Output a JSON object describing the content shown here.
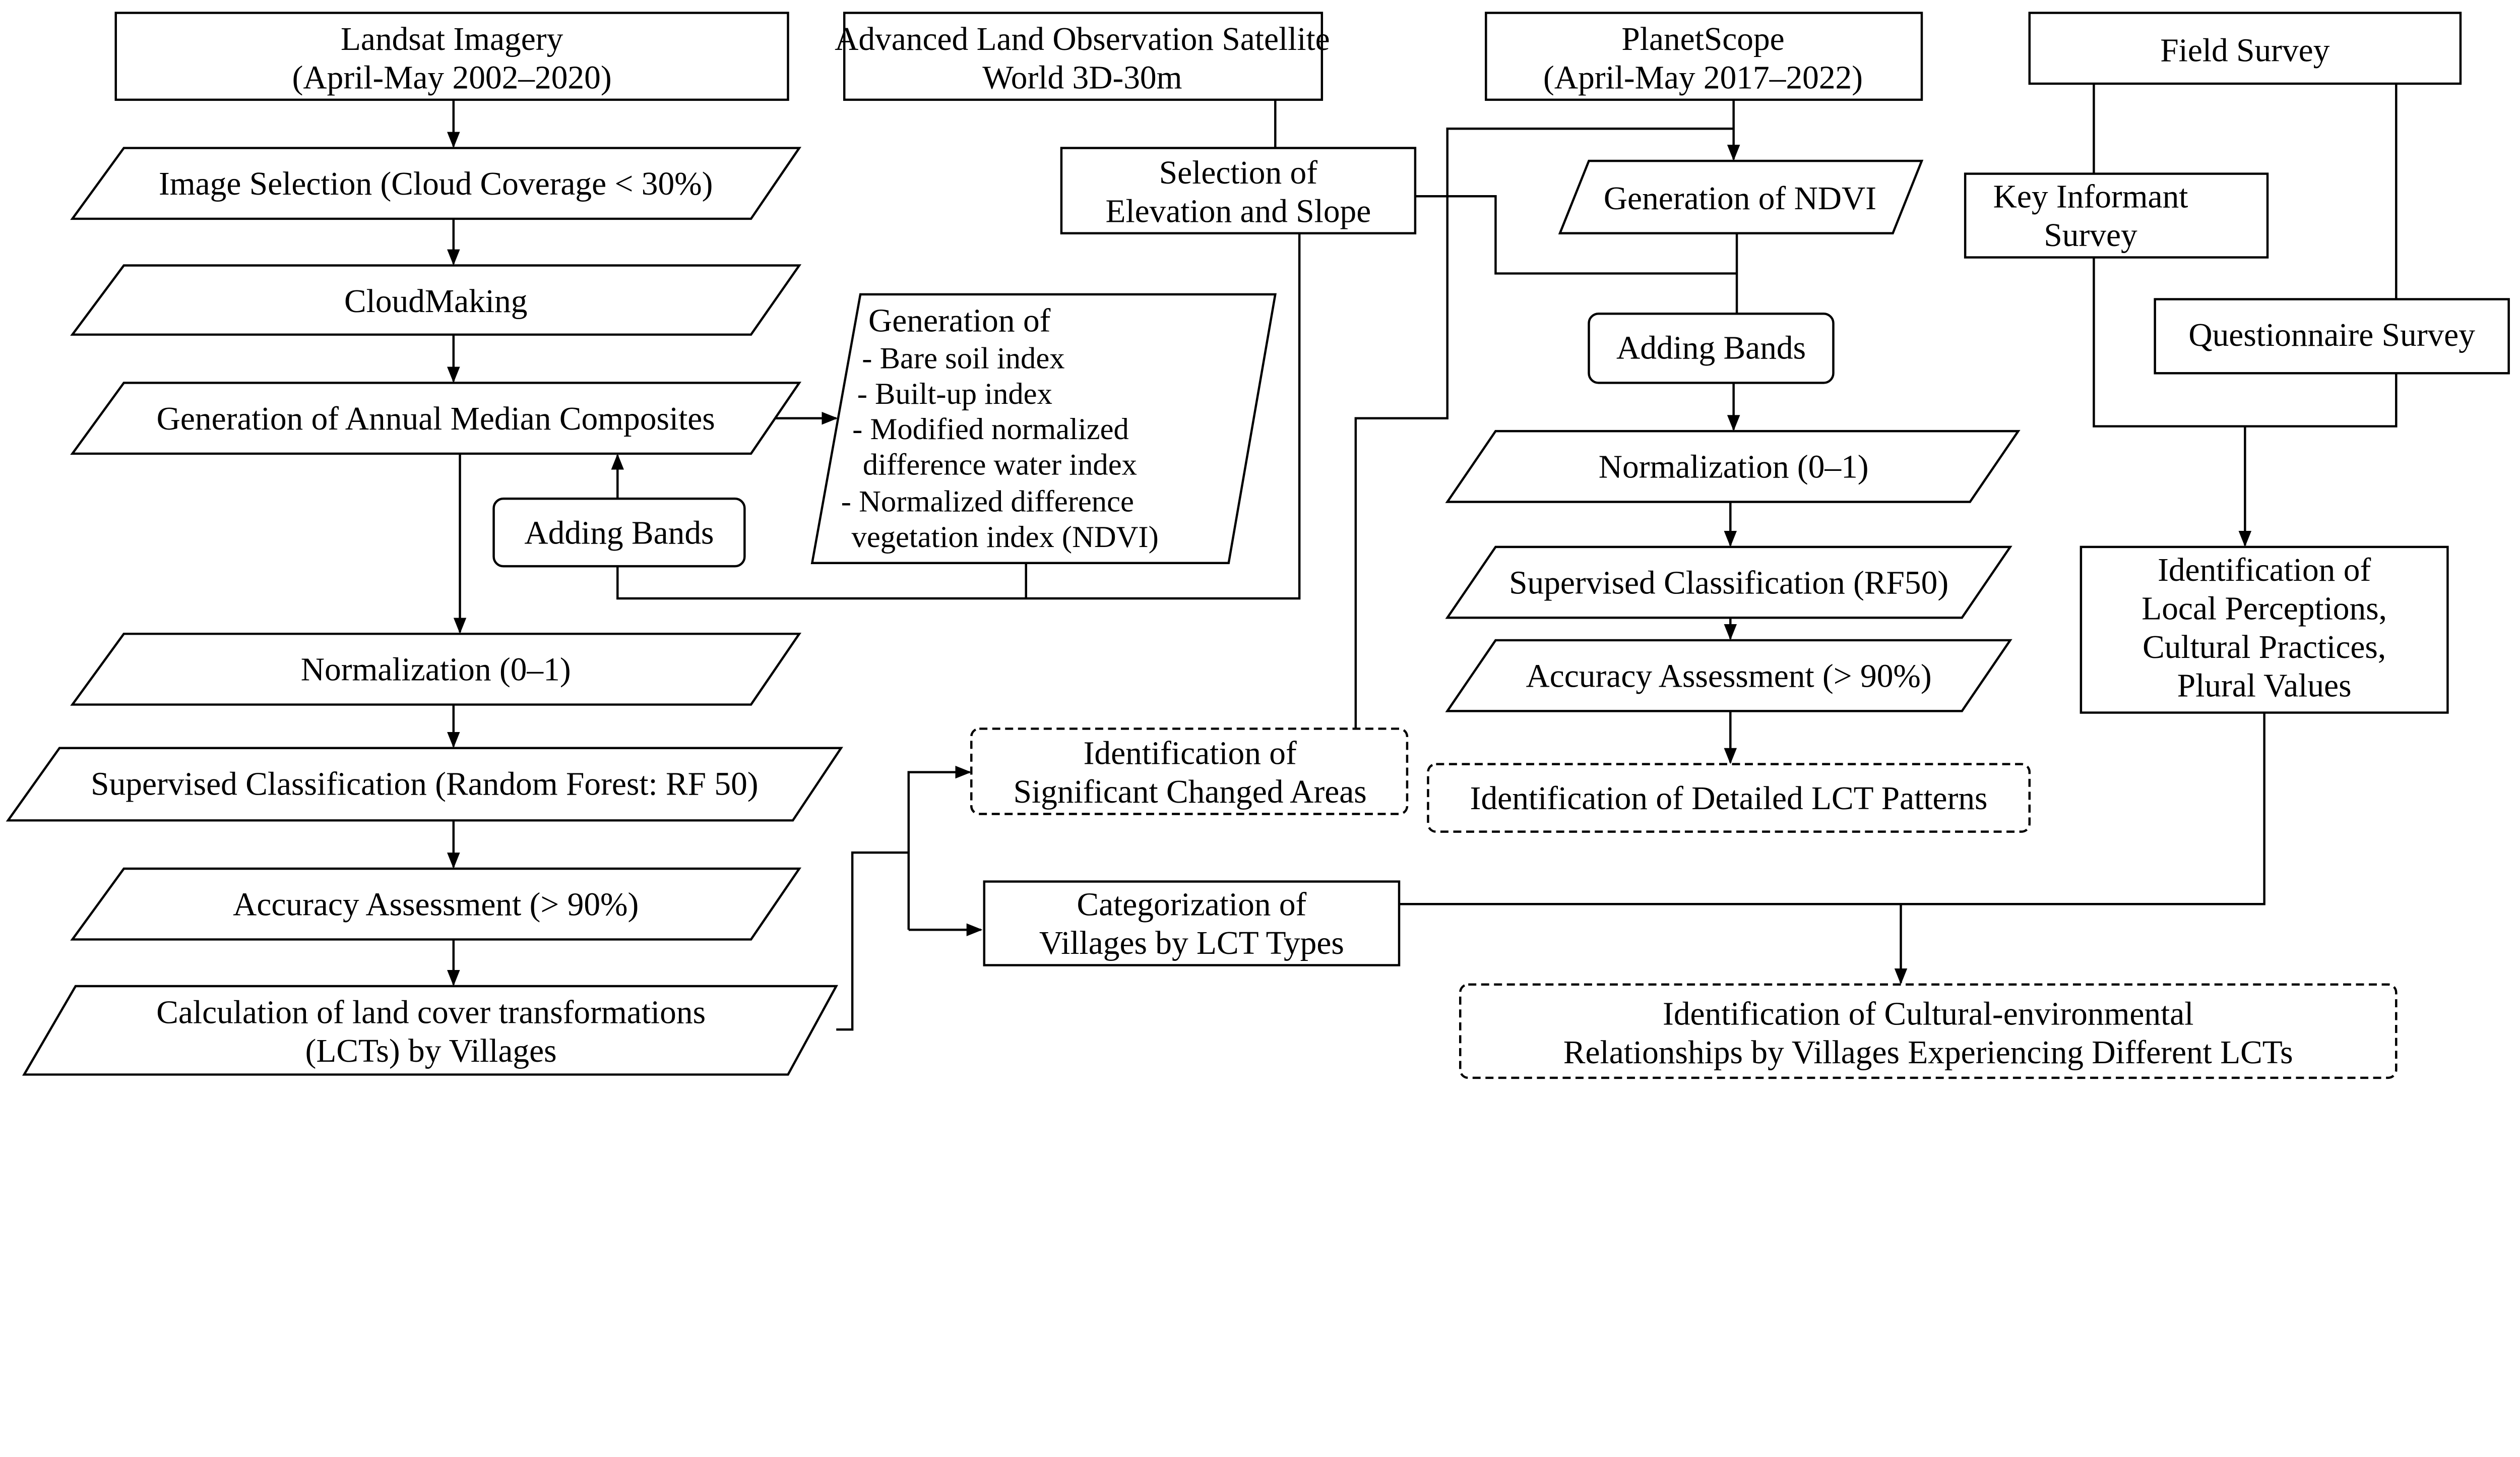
{
  "landsat": {
    "source": [
      "Landsat Imagery",
      "(April-May 2002–2020)"
    ],
    "image_selection": "Image Selection (Cloud Coverage < 30%)",
    "cloud_masking": "CloudMaking",
    "composites": "Generation of Annual Median Composites",
    "adding_bands": "Adding Bands",
    "indices": [
      "Generation of",
      "- Bare soil index",
      "- Built-up index",
      "- Modified normalized",
      "  difference water index",
      "- Normalized difference",
      "  vegetation index (NDVI)"
    ],
    "normalization": "Normalization (0–1)",
    "classification": "Supervised Classification (Random Forest: RF 50)",
    "accuracy": "Accuracy Assessment (> 90%)",
    "calculation": [
      "Calculation of land cover transformations",
      "(LCTs) by Villages"
    ]
  },
  "alos": {
    "source": [
      "Advanced Land Observation Satellite",
      "World 3D-30m"
    ],
    "selection": [
      "Selection of",
      "Elevation and Slope"
    ]
  },
  "planetscope": {
    "source": [
      "PlanetScope",
      "(April-May 2017–2022)"
    ],
    "ndvi": "Generation of NDVI",
    "adding_bands": "Adding Bands",
    "normalization": "Normalization (0–1)",
    "classification": "Supervised Classification (RF50)",
    "accuracy": "Accuracy Assessment (> 90%)",
    "detailed": "Identification of Detailed LCT Patterns"
  },
  "field": {
    "source": "Field Survey",
    "key_informant": [
      "Key Informant",
      "Survey"
    ],
    "questionnaire": "Questionnaire Survey",
    "perceptions": [
      "Identification of",
      "Local Perceptions,",
      "Cultural Practices,",
      "Plural Values"
    ]
  },
  "outputs": {
    "changed_areas": [
      "Identification of",
      "Significant Changed Areas"
    ],
    "categorization": [
      "Categorization of",
      "Villages by LCT Types"
    ],
    "final": [
      "Identification of Cultural-environmental",
      "Relationships by Villages Experiencing Different LCTs"
    ]
  }
}
